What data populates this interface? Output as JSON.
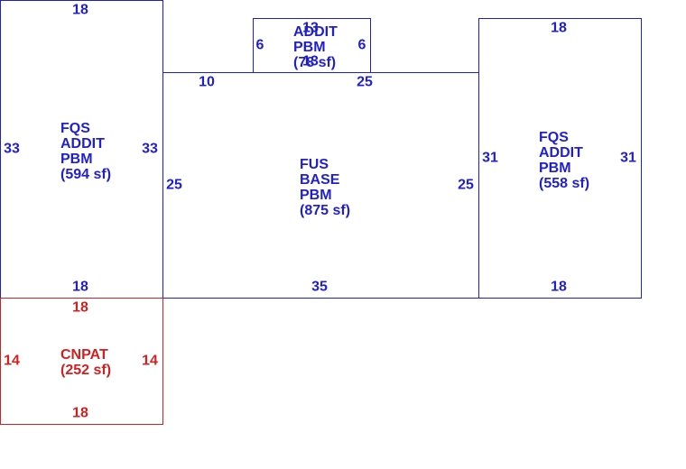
{
  "colors": {
    "area": "#1f1fcf",
    "carport": "#d21f1f",
    "background": "#ffffff"
  },
  "areas": [
    {
      "id": "fqs-left",
      "name_lines": [
        "FQS",
        "ADDIT",
        "PBM"
      ],
      "area_text": "(594 sf)",
      "dims": {
        "top": "18",
        "bottom": "18",
        "left": "33",
        "right": "33"
      }
    },
    {
      "id": "addit-top",
      "name_lines": [
        "ADDIT",
        "PBM"
      ],
      "area_text": "(78 sf)",
      "dims": {
        "top": "13",
        "bottom": "13",
        "left": "6",
        "right": "6"
      }
    },
    {
      "id": "fus-base",
      "name_lines": [
        "FUS",
        "BASE",
        "PBM"
      ],
      "area_text": "(875 sf)",
      "dims": {
        "top_left": "10",
        "top_right": "25",
        "bottom": "35",
        "left": "25",
        "right": "25"
      }
    },
    {
      "id": "fqs-right",
      "name_lines": [
        "FQS",
        "ADDIT",
        "PBM"
      ],
      "area_text": "(558 sf)",
      "dims": {
        "top": "18",
        "bottom": "18",
        "left": "31",
        "right": "31"
      }
    },
    {
      "id": "cnpat",
      "name_lines": [
        "CNPAT"
      ],
      "area_text": "(252 sf)",
      "dims": {
        "top": "18",
        "bottom": "18",
        "left": "14",
        "right": "14"
      }
    }
  ]
}
